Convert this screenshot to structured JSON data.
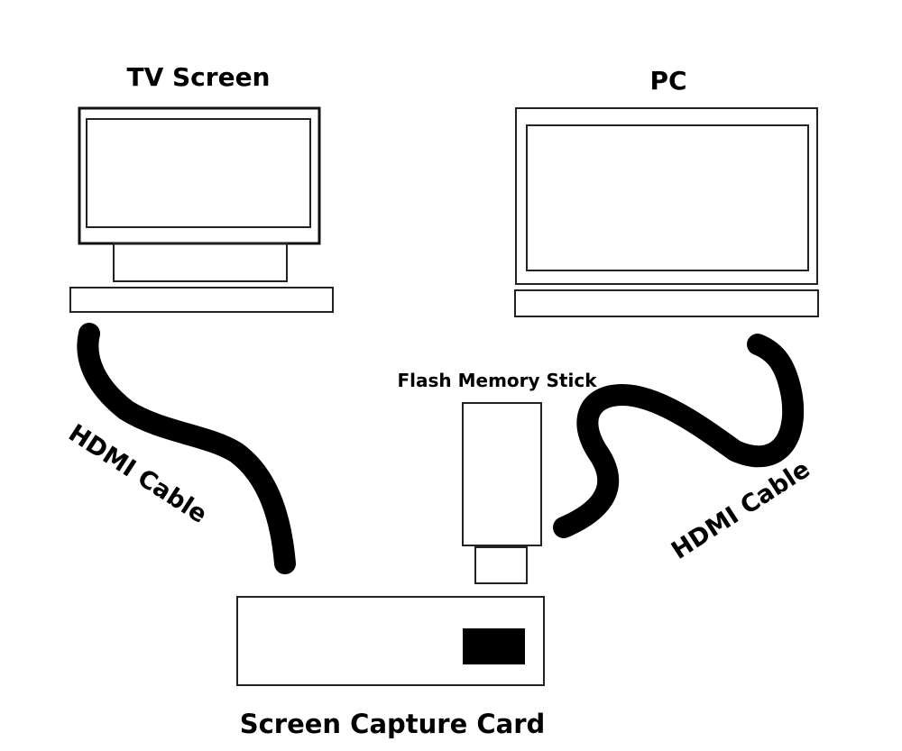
{
  "labels": {
    "tv": "TV Screen",
    "pc": "PC",
    "flash": "Flash Memory Stick",
    "cable_left": "HDMI Cable",
    "cable_right": "HDMI Cable",
    "capture_card": "Screen Capture Card"
  }
}
